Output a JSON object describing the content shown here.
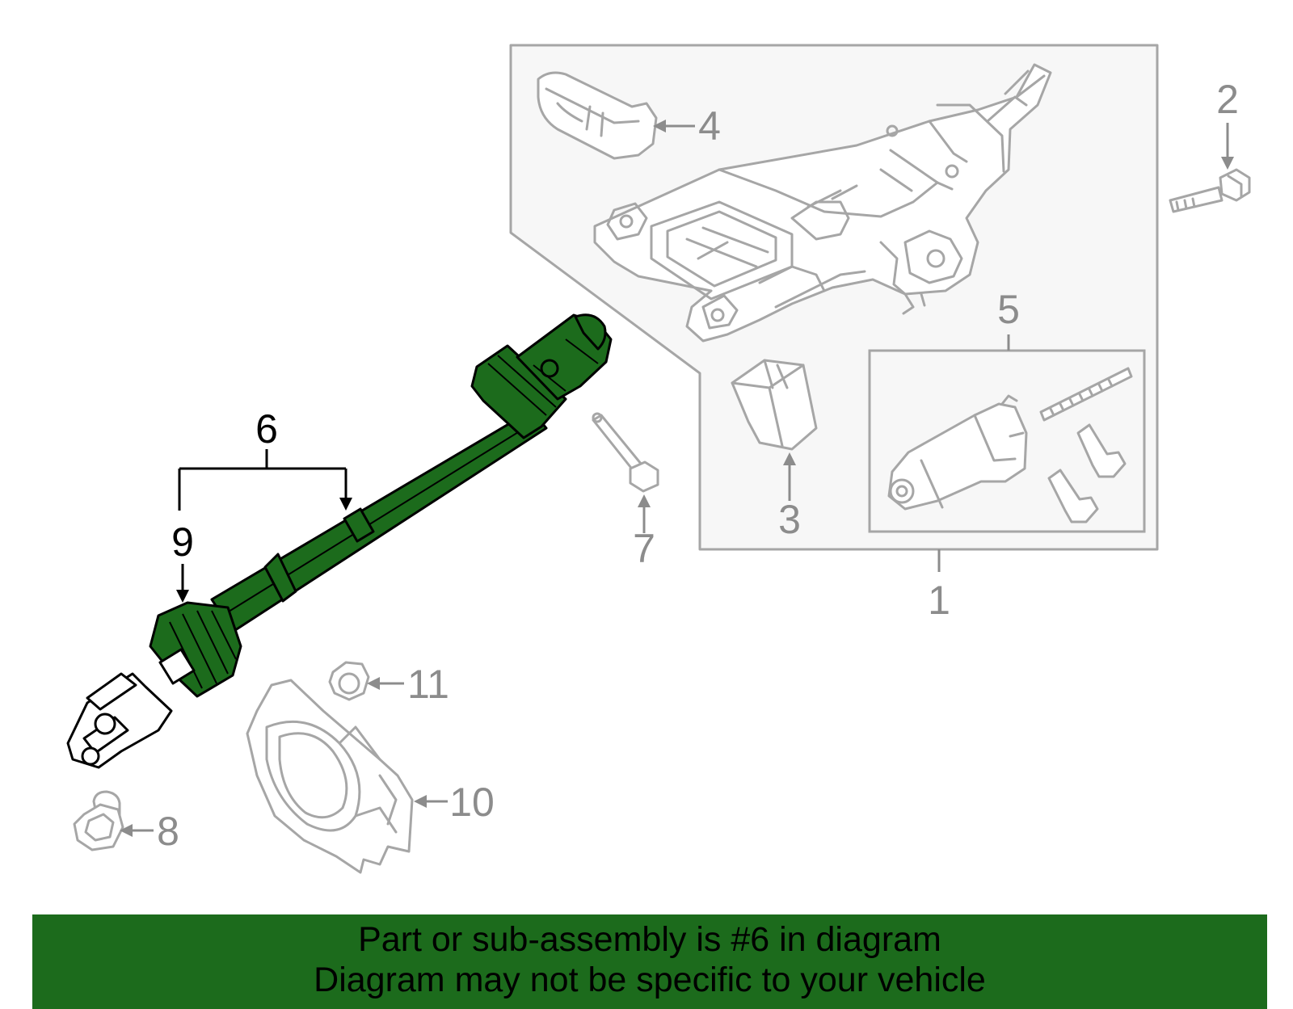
{
  "colors": {
    "highlight": "#1c6b1c",
    "banner_background": "#1c6b1c",
    "part_outline_grey": "#a6a6a6",
    "callout_grey": "#8c8c8c",
    "assembly_box_fill": "#f7f7f7"
  },
  "callouts": {
    "c1": "1",
    "c2": "2",
    "c3": "3",
    "c4": "4",
    "c5": "5",
    "c6": "6",
    "c7": "7",
    "c8": "8",
    "c9": "9",
    "c10": "10",
    "c11": "11"
  },
  "highlighted_part": "6",
  "banner": {
    "line1": "Part or sub-assembly is #6 in diagram",
    "line2": "Diagram may not be specific to your vehicle"
  }
}
